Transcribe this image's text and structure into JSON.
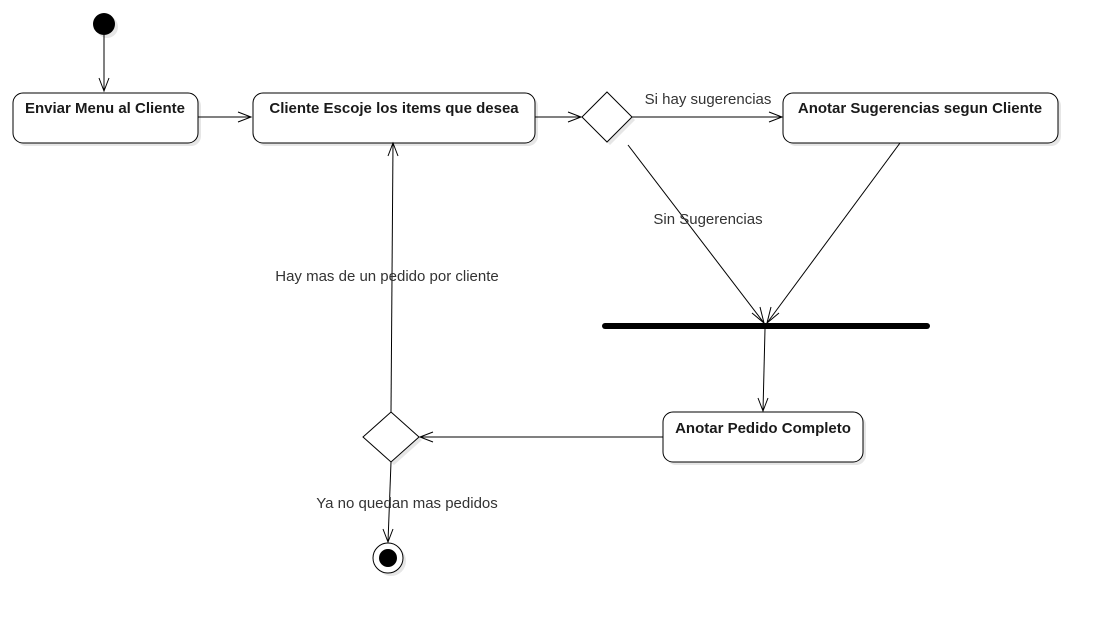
{
  "diagram": {
    "nodes": {
      "enviar_menu": "Enviar Menu al Cliente",
      "cliente_escoje": "Cliente Escoje los items que desea",
      "anotar_sugerencias": "Anotar Sugerencias segun Cliente",
      "anotar_pedido": "Anotar Pedido Completo"
    },
    "edges": {
      "si_hay_sugerencias": "Si hay sugerencias",
      "sin_sugerencias": "Sin Sugerencias",
      "hay_mas_pedidos": "Hay mas de un pedido por cliente",
      "ya_no_quedan": "Ya no quedan mas pedidos"
    }
  }
}
